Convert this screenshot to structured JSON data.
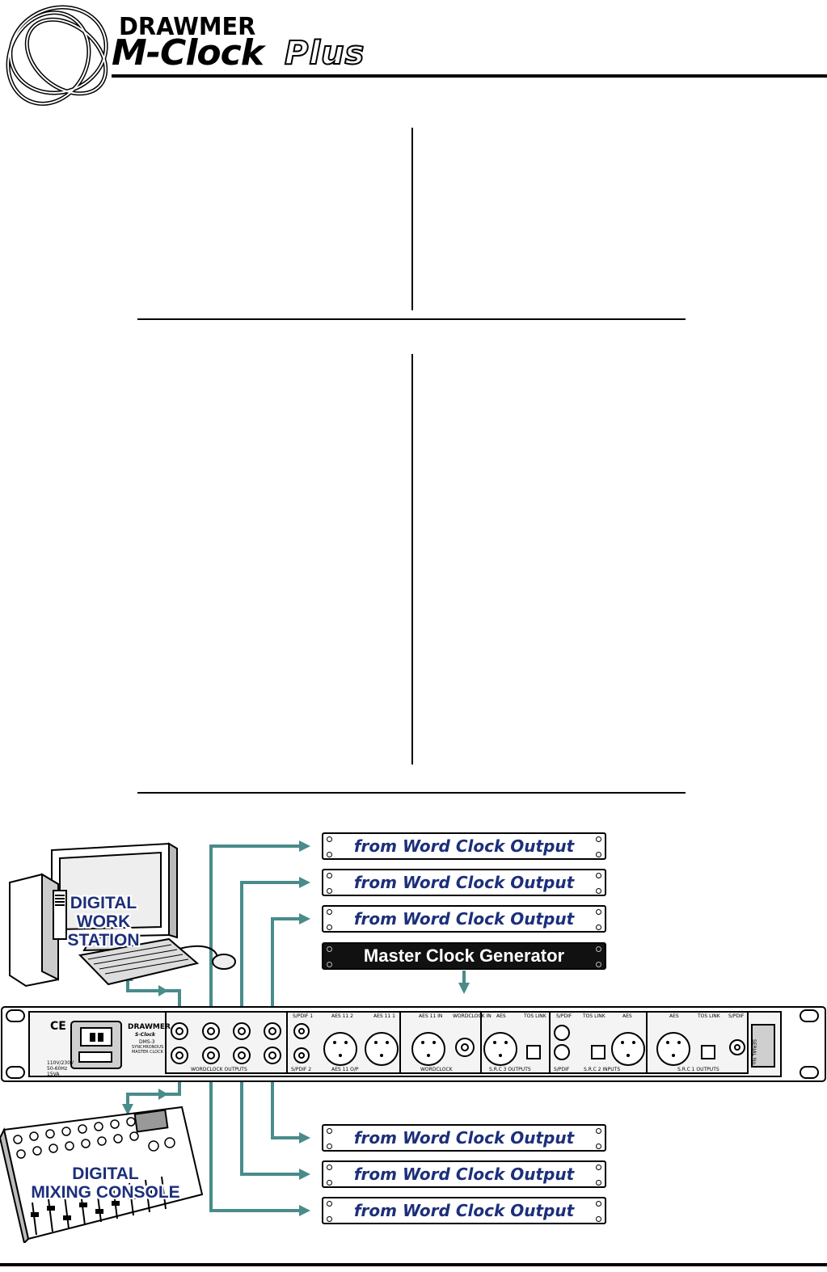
{
  "header": {
    "brand": "DRAWMER",
    "model": "M-Clock",
    "model_suffix": "Plus"
  },
  "diagram": {
    "word_clock_units_top": [
      "from Word Clock Output",
      "from Word Clock Output",
      "from Word Clock Output"
    ],
    "master_unit": "Master Clock Generator",
    "word_clock_units_bottom": [
      "from Word Clock Output",
      "from Word Clock Output",
      "from Word Clock Output"
    ],
    "workstation_label": [
      "DIGITAL",
      "WORK STATION"
    ],
    "console_label": [
      "DIGITAL",
      "MIXING CONSOLE"
    ],
    "panel": {
      "brand": "DRAWMER",
      "model": "S-Clock",
      "model_code": "DMS-3",
      "description": [
        "SYNCHRONOUS",
        "MASTER CLOCK"
      ],
      "ce_mark": "CE",
      "power": [
        "110V/230V",
        "50-60Hz",
        "15VA"
      ],
      "section_labels": [
        "WORDCLOCK OUTPUTS",
        "S/PDIF 2",
        "AES 11 O/P",
        "WORDCLOCK",
        "S.R.C 3 OUTPUTS",
        "S/PDIF",
        "S.R.C 2 INPUTS",
        "S.R.C 1 OUTPUTS"
      ],
      "connector_labels": [
        "S/PDIF 1",
        "AES 11 2",
        "AES 11 1",
        "AES 11 IN",
        "WORDCLOCK IN",
        "AES",
        "TOS LINK",
        "S/PDIF",
        "TOS LINK",
        "AES",
        "AES",
        "TOS LINK",
        "S/PDIF"
      ],
      "serial": "SERIAL No."
    }
  },
  "colors": {
    "cable": "#4a8b8b",
    "label_blue": "#1c2f7a",
    "ink": "#000000"
  }
}
